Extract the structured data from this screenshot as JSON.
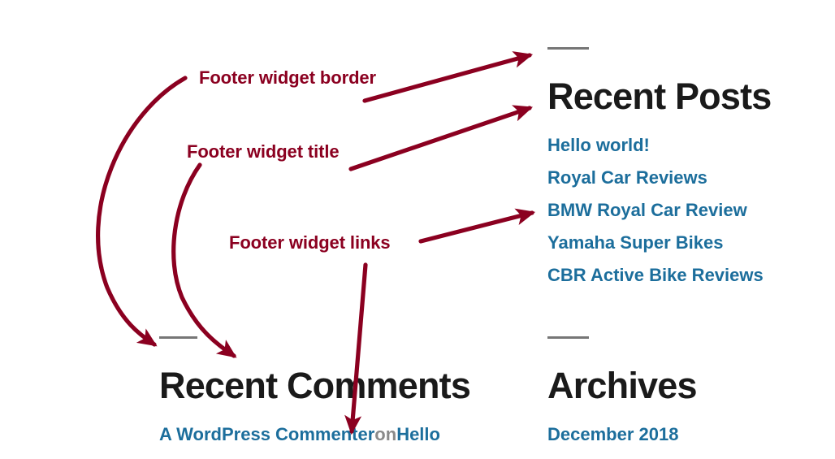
{
  "page": {
    "background_color": "#ffffff",
    "annotation_color": "#8B0020",
    "link_color": "#1c6e9c",
    "heading_color": "#1a1a1a",
    "border_color": "#767676",
    "muted_color": "#8a8a8a"
  },
  "widgets": [
    {
      "id": "recent-posts",
      "title": "Recent Posts",
      "links": [
        "Hello world!",
        "Royal Car Reviews",
        "BMW Royal Car Review",
        "Yamaha Super Bikes",
        "CBR Active Bike Reviews"
      ]
    },
    {
      "id": "recent-comments",
      "title": "Recent Comments",
      "comment": {
        "author": "A WordPress Commenter",
        "separator": "on",
        "post": "Hello"
      }
    },
    {
      "id": "archives",
      "title": "Archives",
      "links": [
        "December 2018"
      ]
    }
  ],
  "annotations": [
    {
      "id": "border",
      "label": "Footer widget border"
    },
    {
      "id": "title",
      "label": "Footer widget title"
    },
    {
      "id": "links",
      "label": "Footer widget links"
    }
  ]
}
